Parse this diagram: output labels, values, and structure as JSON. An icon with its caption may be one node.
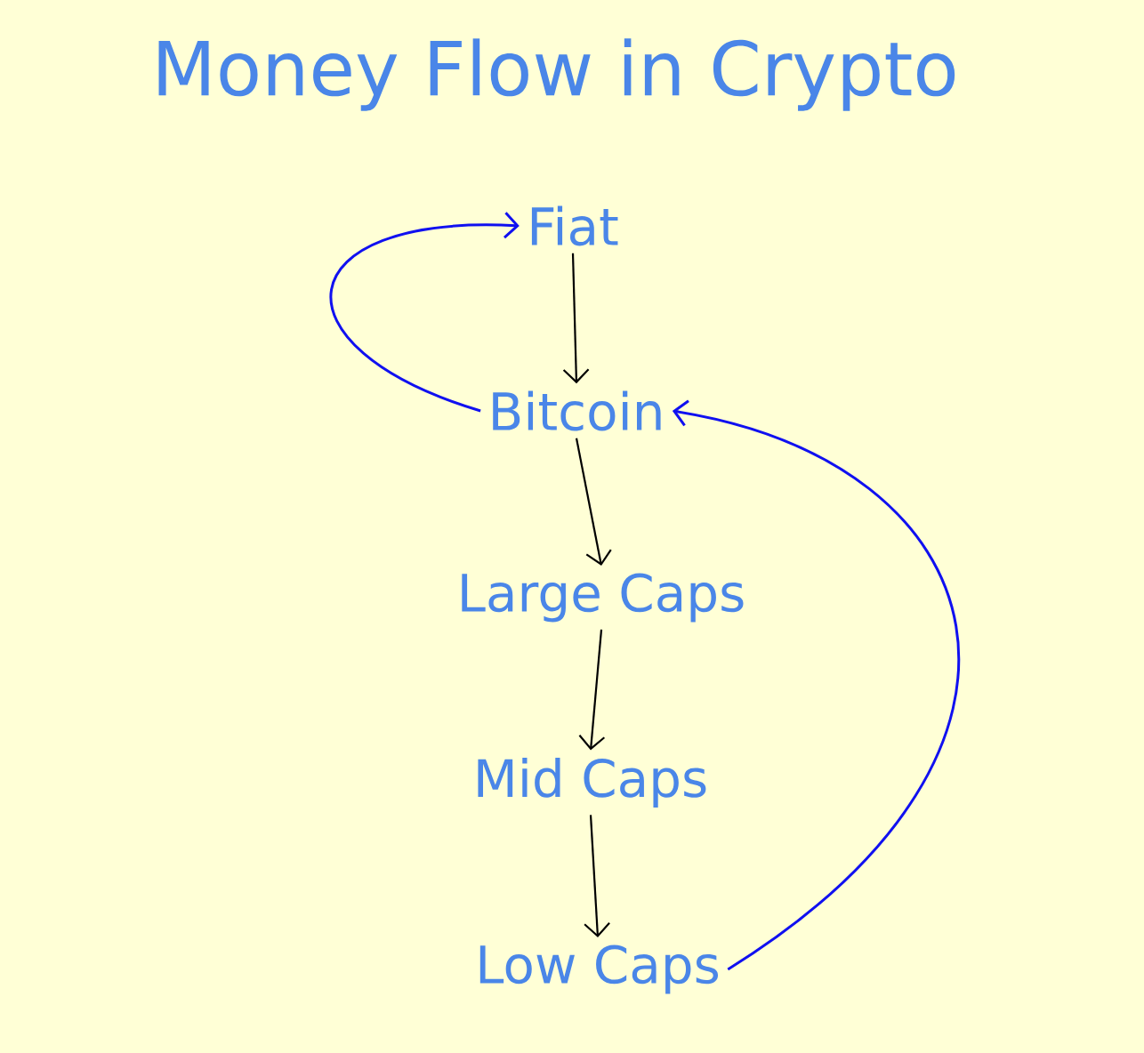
{
  "diagram": {
    "title": "Money Flow in Crypto",
    "nodes": [
      {
        "text": [
          "Fiat"
        ]
      },
      {
        "text": [
          "Bitcoin"
        ]
      },
      {
        "text": [
          "Large Caps"
        ]
      },
      {
        "text": [
          "Mid Caps"
        ]
      },
      {
        "text": [
          "Low Caps"
        ]
      }
    ],
    "edges": [
      {
        "from": 0,
        "to": 1,
        "arrow": "to"
      },
      {
        "from": 1,
        "to": 2,
        "arrow": "to"
      },
      {
        "from": 2,
        "to": 3,
        "arrow": "to"
      },
      {
        "from": 3,
        "to": 4,
        "arrow": "to"
      },
      {
        "from": 1,
        "to": 0,
        "arrow": "to",
        "color": "#1010f0"
      },
      {
        "from": 4,
        "to": 1,
        "arrow": "to",
        "color": "#1010f0"
      }
    ]
  }
}
